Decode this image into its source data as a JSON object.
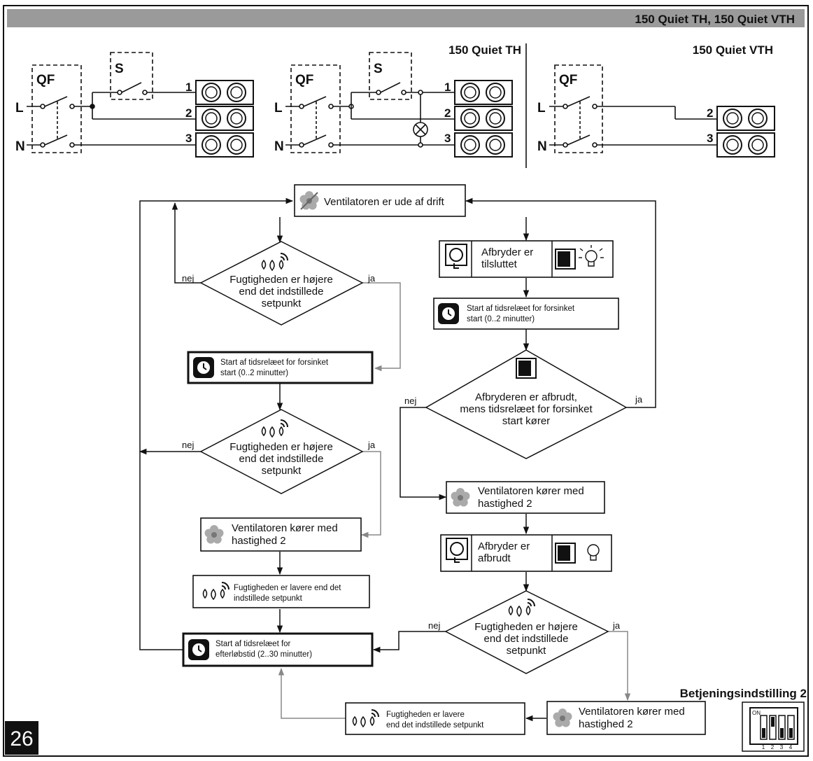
{
  "header": {
    "models": "150 Quiet TH, 150 Quiet VTH"
  },
  "wiring": {
    "left": {
      "qf": "QF",
      "s": "S",
      "l": "L",
      "n": "N",
      "terminals": [
        "1",
        "2",
        "3"
      ]
    },
    "middle": {
      "title": "150 Quiet TH",
      "qf": "QF",
      "s": "S",
      "l": "L",
      "n": "N",
      "terminals": [
        "1",
        "2",
        "3"
      ]
    },
    "right": {
      "title": "150 Quiet VTH",
      "qf": "QF",
      "l": "L",
      "n": "N",
      "terminals": [
        "2",
        "3"
      ]
    }
  },
  "flow": {
    "start": "Ventilatoren er ude af drift",
    "left": {
      "d1": [
        "Fugtigheden er højere",
        "end det indstillede",
        "setpunkt"
      ],
      "timer_start": [
        "Start af tidsrelæet for forsinket",
        "start (0..2 minutter)"
      ],
      "d2": [
        "Fugtigheden er højere",
        "end det indstillede",
        "setpunkt"
      ],
      "speed2": [
        "Ventilatoren kører med",
        "hastighed 2"
      ],
      "humidity_lower": [
        "Fugtigheden er lavere end det",
        "indstillede setpunkt"
      ],
      "timer_after": [
        "Start af tidsrelæet for",
        "efterløbstid (2..30 minutter)"
      ]
    },
    "right": {
      "switch_on": [
        "Afbryder er",
        "tilsluttet"
      ],
      "timer_start": [
        "Start af tidsrelæet for forsinket",
        "start (0..2 minutter)"
      ],
      "d_switch": [
        "Afbryderen er afbrudt,",
        "mens tidsrelæet for forsinket",
        "start kører"
      ],
      "speed2_a": [
        "Ventilatoren kører med",
        "hastighed 2"
      ],
      "switch_off": [
        "Afbryder er",
        "afbrudt"
      ],
      "d_hum": [
        "Fugtigheden er højere",
        "end det indstillede",
        "setpunkt"
      ],
      "speed2_b": [
        "Ventilatoren kører med",
        "hastighed 2"
      ],
      "humidity_lower": [
        "Fugtigheden er lavere",
        "end det indstillede setpunkt"
      ]
    },
    "no": "nej",
    "yes": "ja"
  },
  "mode": {
    "title": "Betjeningsindstilling 2",
    "dip_on": "ON",
    "dip_numbers": [
      "1",
      "2",
      "3",
      "4"
    ]
  },
  "footer": {
    "page_number": "26"
  },
  "colors": {
    "banner": "#9a9a9a",
    "line": "#111111",
    "icon_gray": "#aaaaaa",
    "page_box": "#111111"
  },
  "icons": [
    "fan-off-icon",
    "fan-icon",
    "humidity-icon",
    "timer-icon",
    "switch-icon",
    "lamp-icon",
    "wall-switch-icon",
    "dip-switch-icon"
  ]
}
